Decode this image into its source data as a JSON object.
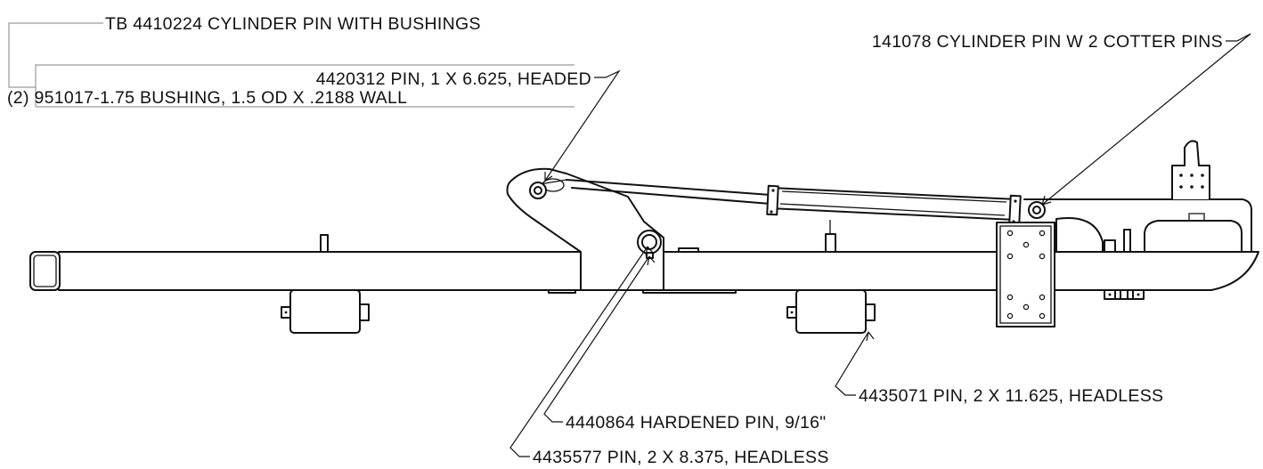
{
  "callouts": {
    "top_assembly": "TB 4410224 CYLINDER PIN WITH BUSHINGS",
    "headed_pin": "4420312 PIN, 1 X 6.625, HEADED",
    "bushing": "(2) 951017-1.75 BUSHING, 1.5 OD X .2188 WALL",
    "cylinder_pin": "141078 CYLINDER PIN W 2 COTTER PINS",
    "pin_11625": "4435071 PIN, 2 X 11.625, HEADLESS",
    "hardened_pin": "4440864 HARDENED PIN, 9/16\"",
    "pin_8375": "4435577 PIN, 2 X 8.375, HEADLESS"
  },
  "colors": {
    "ink": "#111111",
    "grey_leader": "#9a9a9a",
    "background": "#ffffff"
  }
}
